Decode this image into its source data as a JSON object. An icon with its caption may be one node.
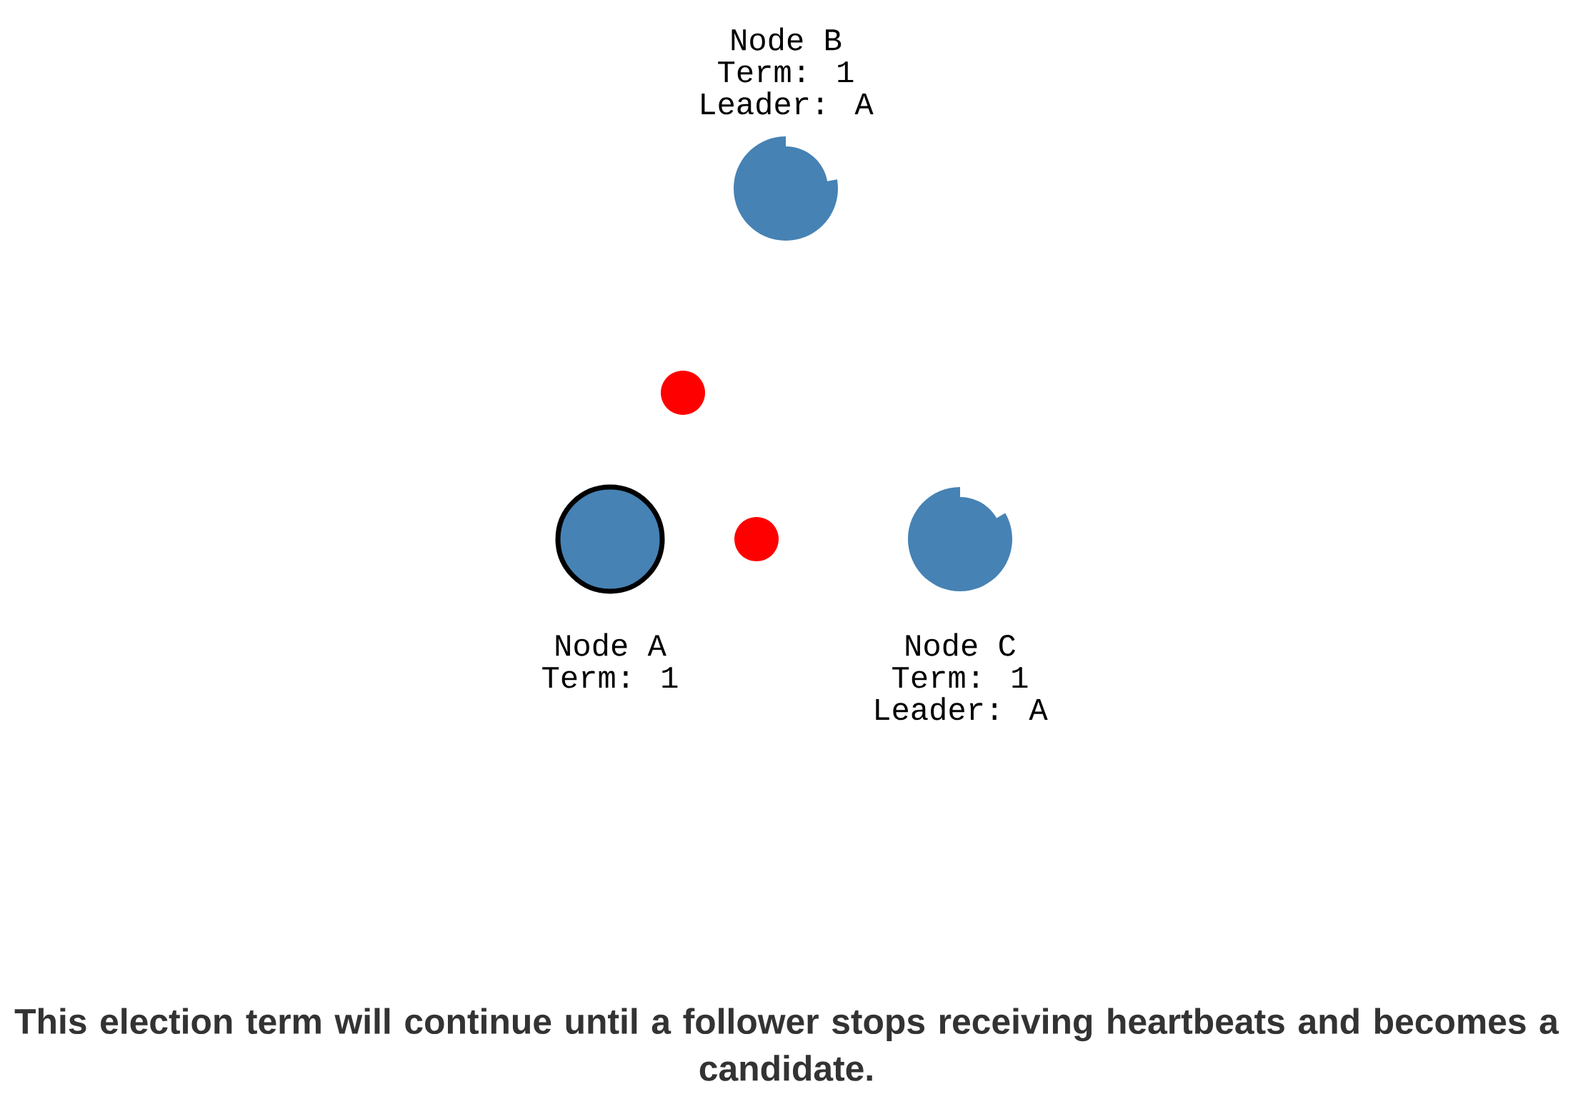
{
  "diagram": {
    "caption": "This election term will continue until a follower stops receiving heartbeats and becomes a candidate.",
    "nodes": [
      {
        "text": [
          "Node B",
          "Term: 1",
          "Leader: A"
        ]
      },
      {
        "text": [],
        "shape": "circle"
      },
      {
        "text": [
          "Node A",
          "Term: 1"
        ]
      },
      {
        "text": [],
        "shape": "circle"
      },
      {
        "text": [
          "Node C",
          "Term: 1",
          "Leader: A"
        ]
      }
    ]
  }
}
